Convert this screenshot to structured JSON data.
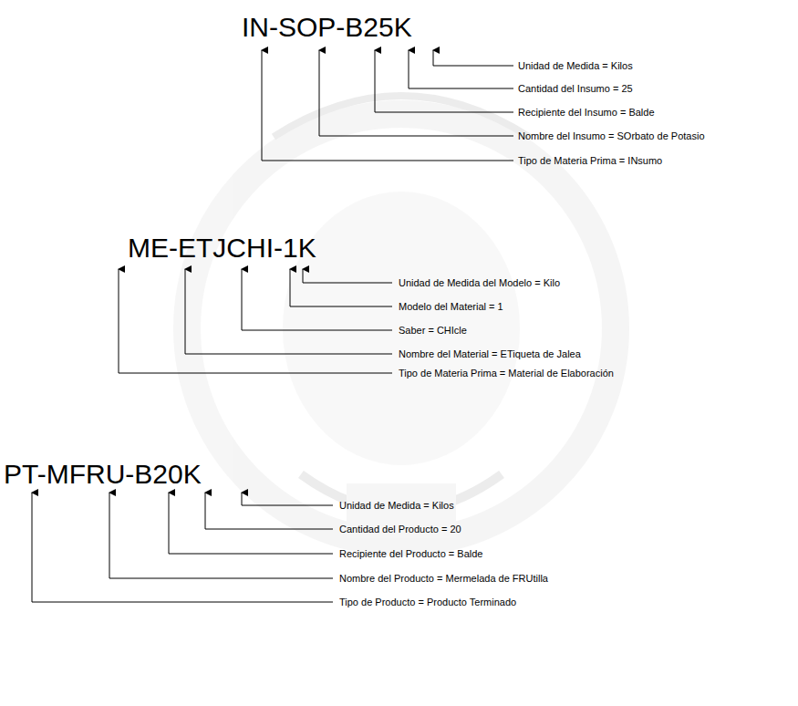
{
  "diagram": {
    "labels": [
      "IN-SOP-B25K",
      "Unidad de Medida = Kilos",
      "Cantidad del Insumo = 25",
      "Recipiente del Insumo = Balde",
      "Nombre del Insumo = SOrbato de Potasio",
      "Tipo de Materia Prima = INsumo",
      "ME-ETJCHI-1K",
      "Unidad de Medida del Modelo = Kilo",
      "Modelo del Material = 1",
      "Saber = CHIcle",
      "Nombre del Material = ETiqueta de Jalea",
      "Tipo de Materia Prima = Material de Elaboración",
      "PT-MFRU-B20K",
      "Unidad de Medida = Kilos",
      "Cantidad del Producto = 20",
      "Recipiente del Producto = Balde",
      "Nombre del Producto = Mermelada de FRUtilla",
      "Tipo de Producto = Producto Terminado"
    ]
  }
}
